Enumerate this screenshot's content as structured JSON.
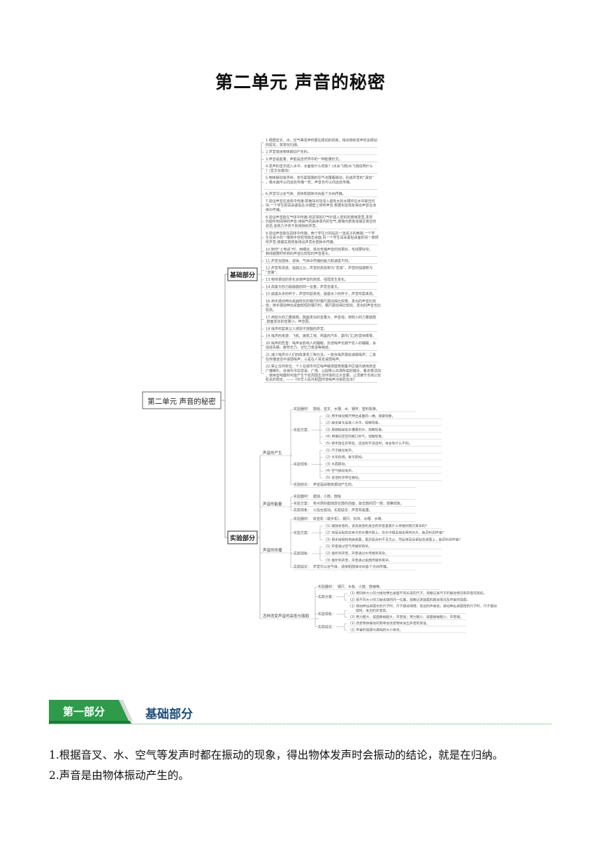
{
  "page_title": "第二单元  声音的秘密",
  "mindmap": {
    "root": "第二单元 声音的秘密",
    "basic": {
      "label": "基础部分",
      "items": [
        "1.根据音叉、水、空气等发声时都在振动的现象，得出物体发声时会振动的结论，就是在归纳。",
        "2.声音是由物体振动产生的。",
        "3.声音是能量，声能是自然界中的一种能量形式。",
        "4.发声的音叉插入水中，水面有什么现象？(水会飞溅)水飞溅说明什么？(音叉在振动)",
        "5.物体振动发声时，会引起周围的空气也跟着振动，形成声音的“波纹”，像水面可以向远处传播一样，声音也可以向远处传播。",
        "6.声音可以在气体、液体和固体中向各个方向传播。",
        "7.验证声音在液体中传播:把两块石块浸入盛有水的水槽中在水中敲击石块,一个学生把耳朵紧贴在水槽壁上倾听声音,根据实验现象得出声音在液体中传播。",
        "8.验证声音能在气体中传播:将足球的打气针插入密封的玻璃罩里,发现仍能听到闹钟的声音;用抽气机抽净罩内的空气,玻璃内部变成接近真空的状态,发现几乎听不到闹钟的声音。",
        "9.验证声音能在固体中传播。两个学生分别站在一张桌子的两端,一个学生在桌子的一端用手轻轻地敲击桌面,另一个学生耳朵紧贴桌面的另一端倾听声音,根据实验现象得出声音在固体中传播。",
        "10.制作“土电话”时，用细丝、铁丝传播声音的效果好，毛线要好些，棉线蜡要时听到的声音比较松时声音更大。",
        "11.声音在固体、液体、气体中传播的能力和速度不同。",
        "12.声音有高低、强弱之分。声音的高低称为“音调”，声音的强弱称为“音量”。",
        "13.物体振动的变化会使声音的高低、强弱发生变化。",
        "14.用更大的力敲鼓面的同一位置，声音会更大。",
        "15.敲盛水多的杯子，声音听起来低；敲盛水少的杯子，声音听起来高。",
        "16.用手拨动伸出桌面较长的钢尺时钢尺振动得比较慢，发出的声音比较低；用手拨动伸出桌面较短的钢尺时，钢尺振动得比较快，发出的声音也比较高。",
        "17.用较大的力量敲鼓，鼓面发出的音量大，声音强；用较小的力量敲鼓,鼓面发出的音量小，声音弱。",
        "18.噪声听起来让人感到不舒服的声音。",
        "19.噪声的来源：飞机、建筑工地、鸣笛的汽车、超市门口的音响等等。",
        "20.噪声的危害：噪声会影响人的睡眠，反增噪声长期干扰人的睡眠，会造成失眠、疲劳无力、记忆力衰退等病症。",
        "21.减少噪声对人们的危害有三种方法，一是在噪声源处减弱噪声；二是在传播途径中减弱噪声，三是在人耳处减弱噪声。",
        "22.禁止任何单位、个人在城市市区噪声敏感建筑物集中区域内使用高音广播喇叭。在城市市区街道、广场、公园等公共场所组织娱乐、集会等活动，使用音响器材可能产生干扰周围生活环境的过大音量，让须遵守当地公安机关的规定。——《中华人民共和国环境噪声污染防治法》"
      ]
    },
    "experiment": {
      "label": "实验部分",
      "groups": [
        {
          "label": "声音的产生",
          "rows": [
            {
              "key": "实验器材：",
              "text": "鼓槌、音叉、水槽、水、钢杯、塑料瓶等。"
            },
            {
              "key": "实验方案：",
              "subs": [
                "(1) 用手拨动钢尺伸出桌面的一端，观察现象。",
                "(2) 敲击音叉后放入水中，观察现象。",
                "(3) 用鼓槌敲击水槽里的水，观察现象。",
                "(4) 用嘴向空空的瓶口吹气，观察现象。",
                "(5) 把手放在声带处，说话和不说话时，体会有什么不同。"
              ]
            },
            {
              "key": "实验现象：",
              "subs": [
                "(1) 尺子振动发声。",
                "(2) 水花四溅，音叉振动。",
                "(3) 水面振动。",
                "(4) 空气振动发声。",
                "(5) 说话时声带在振动。"
              ]
            },
            {
              "key": "实验结论：",
              "text": "声音是由物体振动产生的。"
            }
          ]
        },
        {
          "label": "声音的能量",
          "rows": [
            {
              "key": "实验器材：",
              "text": "蜡烛、小鼓、鼓槌"
            },
            {
              "key": "实验方案：",
              "text": "将点燃的蜡烛放在鼓的前面，敲击鼓的同一侧，观察现象。"
            },
            {
              "key": "实验现象：",
              "text": "火焰在晃动。实验结论：声音有能量。"
            }
          ]
        },
        {
          "label": "声音的传播",
          "rows": [
            {
              "key": "实验器材：",
              "text": "收音机（或手机）、钢尺、石块、水槽、水等。"
            },
            {
              "key": "实验方案：",
              "subs": [
                "(1) 播放收音机，说说收音机发出的声音是靠什么传播到我们耳朵的？",
                "(2) 将耳朵贴在装有水的水槽外壁上，在水中相互敲击两块石头，能否听到声音？",
                "(3) 用手指轻轻地敲桌面，直到耳朵听不见为止，然后将耳朵紧贴在桌面上，能否听到声音？"
              ]
            },
            {
              "key": "实验现象：",
              "subs": [
                "(1) 声音通过空气传播到耳朵。",
                "(2) 能听到声音，声音通过水传播到耳朵。",
                "(3) 能听到声音，声音通过桌面传播到耳朵。"
              ]
            },
            {
              "key": "实验结论：",
              "text": "声音可以在气体、液体和固体中向各个方向传播。"
            }
          ]
        },
        {
          "label": "怎样改变声音的高低与强弱",
          "rows": [
            {
              "key": "实验器材：",
              "text": "钢尺、木板、小鼓、鼓锤等。"
            },
            {
              "key": "实验方案：",
              "subs": [
                "(1) 用同样大小的力拨动伸出桌面不同长度的尺子，观察记录尺子的振动情况和声音的高低。",
                "(2) 用不同大小的力敲击鼓的同一位置，观察记录鼓面的振动情况及声音的强弱。"
              ]
            },
            {
              "key": "实验现象：",
              "subs": [
                "(1) 拨动伸出桌面长的尺子时，尺子振动得慢，发出的声音低；拨动伸出桌面短的尺子时，尺子振动得快，发出的声音高。",
                "(2) 用力越大，鼓面振幅越大，声音强；用力越小，鼓面振幅越小，声音弱。"
              ]
            },
            {
              "key": "实验结论：",
              "subs": [
                "(1) 改变物体振动的频率会改变物体发出声音的高低。",
                "(2) 声音的强弱与振幅的大小有关。"
              ]
            }
          ]
        }
      ]
    }
  },
  "section_banner": {
    "tab_label": "第一部分",
    "heading": "基础部分",
    "colors": {
      "tab": "#2e9b4a",
      "tab_shadow": "#1f7a36",
      "heading": "#1f4e79"
    }
  },
  "body_lines": [
    "1.根据音叉、水、空气等发声时都在振动的现象，得出物体发声时会振动的结论，就是在归纳。",
    "2.声音是由物体振动产生的。"
  ]
}
